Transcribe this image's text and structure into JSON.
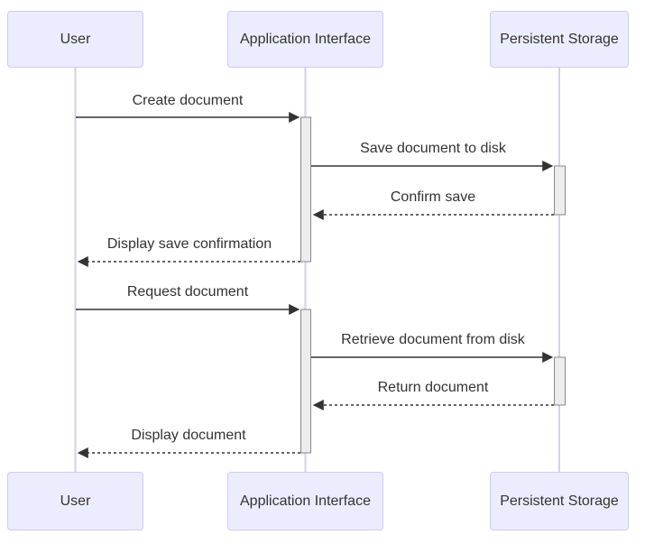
{
  "diagram": {
    "type": "sequence-diagram",
    "actors": [
      {
        "id": "user",
        "label": "User"
      },
      {
        "id": "app",
        "label": "Application Interface"
      },
      {
        "id": "storage",
        "label": "Persistent Storage"
      }
    ],
    "messages": [
      {
        "from": "user",
        "to": "app",
        "label": "Create document",
        "line": "solid"
      },
      {
        "from": "app",
        "to": "storage",
        "label": "Save document to disk",
        "line": "solid"
      },
      {
        "from": "storage",
        "to": "app",
        "label": "Confirm save",
        "line": "dashed"
      },
      {
        "from": "app",
        "to": "user",
        "label": "Display save confirmation",
        "line": "dashed"
      },
      {
        "from": "user",
        "to": "app",
        "label": "Request document",
        "line": "solid"
      },
      {
        "from": "app",
        "to": "storage",
        "label": "Retrieve document from disk",
        "line": "solid"
      },
      {
        "from": "storage",
        "to": "app",
        "label": "Return document",
        "line": "dashed"
      },
      {
        "from": "app",
        "to": "user",
        "label": "Display document",
        "line": "dashed"
      }
    ],
    "colors": {
      "actor_fill": "#ECECFF",
      "actor_border": "#CCCCFF",
      "activation_fill": "#EDEDED",
      "activation_border": "#888888",
      "lifeline": "#d5cfee",
      "arrow": "#333333",
      "text": "#333333"
    }
  }
}
